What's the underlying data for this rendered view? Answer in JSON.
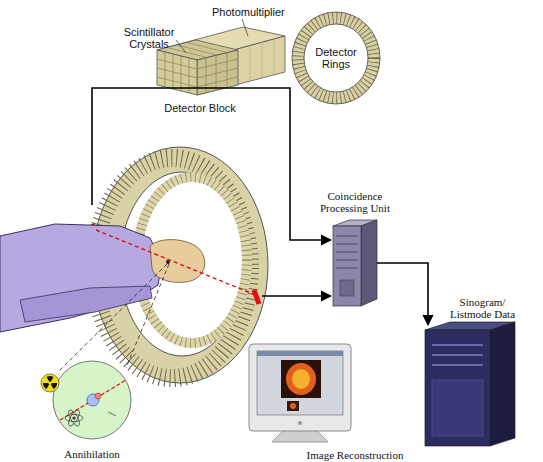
{
  "diagram": {
    "nodes": [
      {
        "text": [
          "Detector Block"
        ]
      },
      {
        "text": [
          "Detector Rings"
        ]
      },
      {
        "text": [
          "Coincidence Processing Unit"
        ]
      },
      {
        "text": [
          "Annihilation"
        ]
      },
      {
        "text": [
          "Image Reconstruction"
        ]
      }
    ],
    "edges": [
      {
        "from": 2,
        "to": 4,
        "label": "Sinogram/ Listmode Data",
        "arrow": "to"
      }
    ],
    "labels": [
      "Photomultiplier",
      "Scintillator Crystals"
    ]
  }
}
